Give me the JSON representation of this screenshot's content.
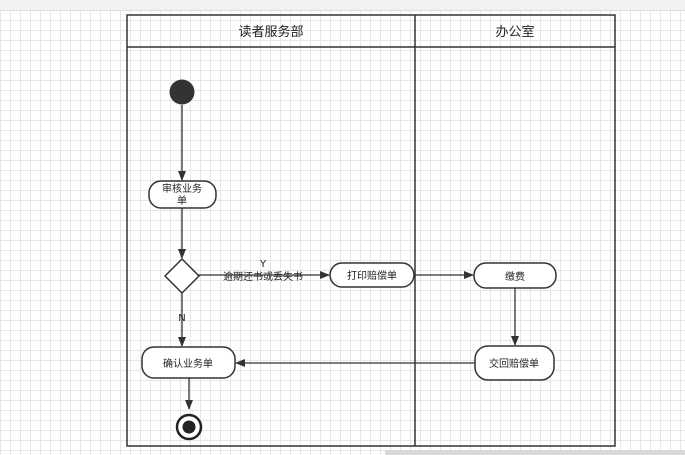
{
  "lanes": {
    "left": "读者服务部",
    "right": "办公室"
  },
  "nodes": {
    "review": [
      "审核业务",
      "单"
    ],
    "print": "打印赔偿单",
    "pay": "缴费",
    "submit": "交回赔偿单",
    "confirm": "确认业务单"
  },
  "edges": {
    "yes_label": "Y",
    "condition_label": "逾期还书或丢失书",
    "no_label": "N"
  }
}
